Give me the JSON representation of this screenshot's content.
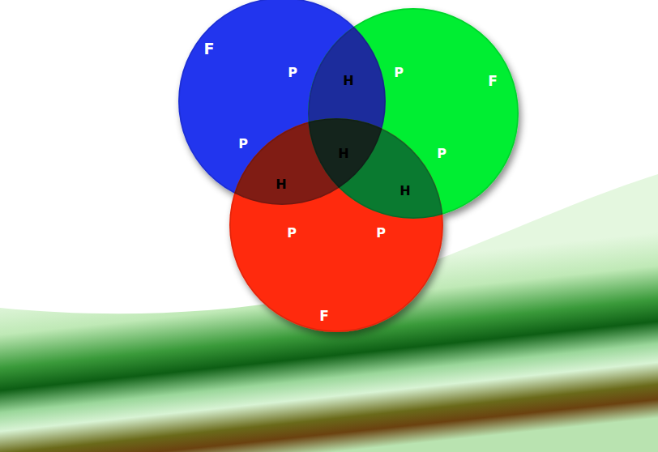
{
  "diagram": {
    "nodes": [
      {
        "text": [
          "F"
        ]
      },
      {
        "text": [
          "F"
        ]
      },
      {
        "text": [
          "F"
        ]
      }
    ],
    "labels": [
      "P",
      "H",
      "P",
      "P",
      "H",
      "P",
      "H",
      "H",
      "P",
      "P"
    ]
  }
}
